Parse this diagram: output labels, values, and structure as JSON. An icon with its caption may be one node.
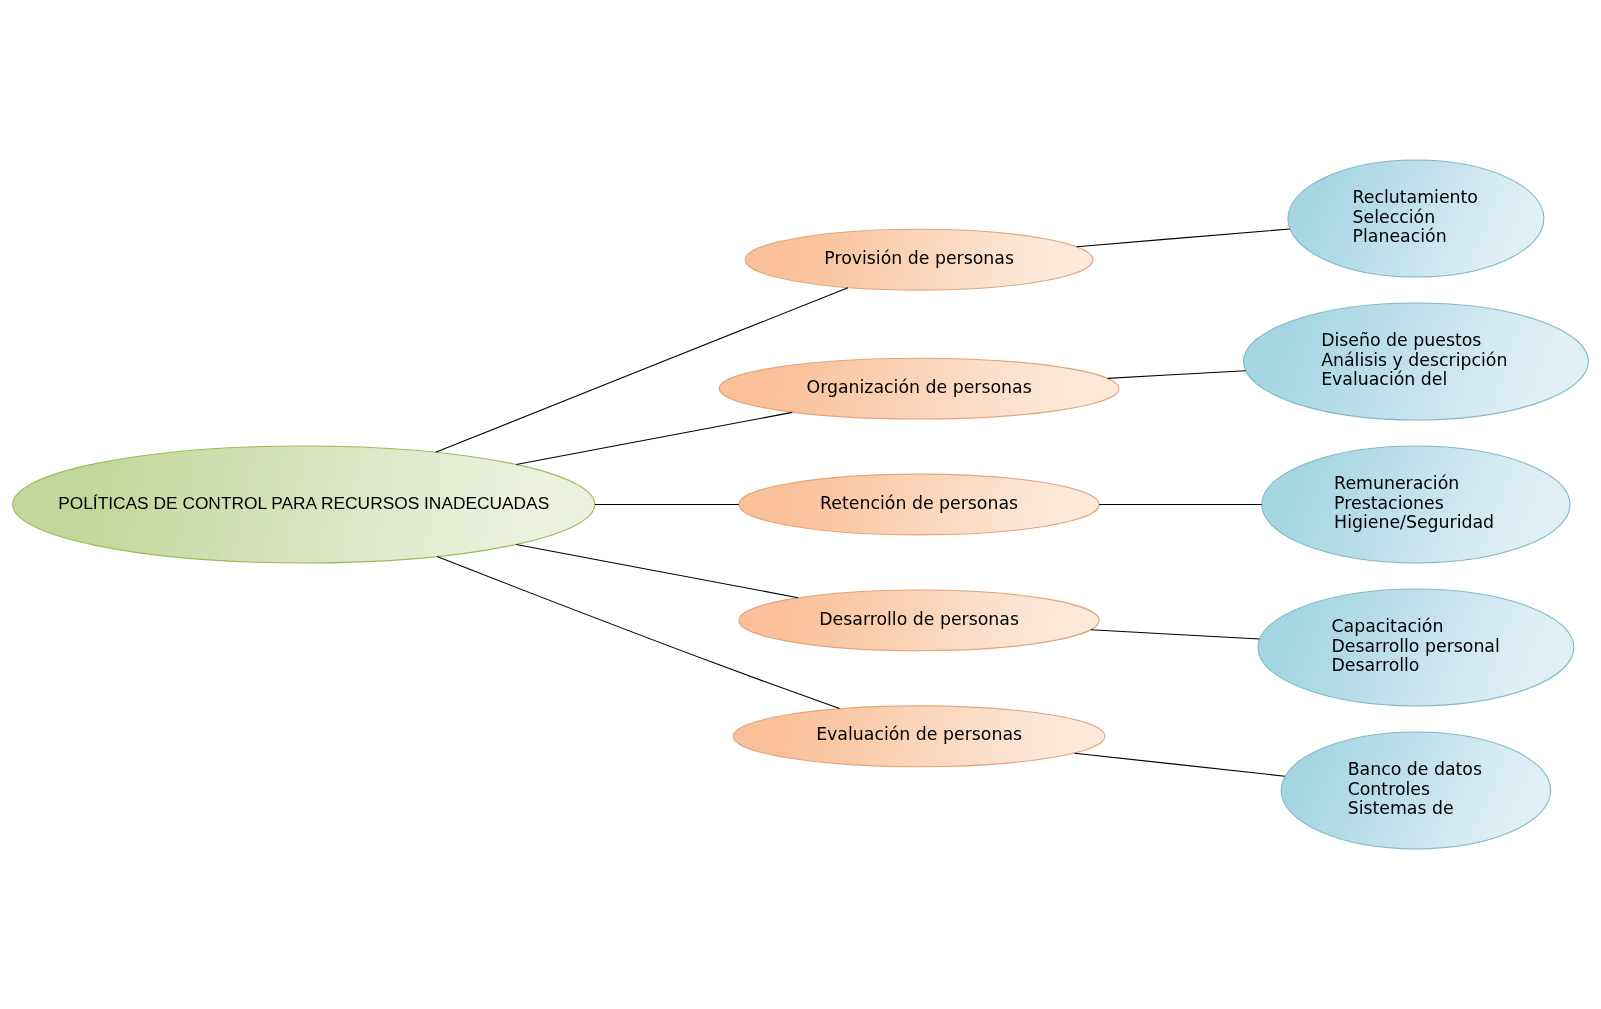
{
  "diagram": {
    "nodes": [
      {
        "text": [
          "POLÍTICAS DE CONTROL PARA RECURSOS INADECUADAS"
        ]
      },
      {
        "text": [
          "Provisión de personas"
        ]
      },
      {
        "text": [
          "Organización de personas"
        ]
      },
      {
        "text": [
          "Retención de personas"
        ]
      },
      {
        "text": [
          "Desarrollo de personas"
        ]
      },
      {
        "text": [
          "Evaluación de personas"
        ]
      },
      {
        "text": [
          "Reclutamiento",
          "Selección",
          "Planeación"
        ]
      },
      {
        "text": [
          "Diseño de puestos",
          "Análisis y descripción",
          "Evaluación del"
        ]
      },
      {
        "text": [
          "Remuneración",
          "Prestaciones",
          "Higiene/Seguridad"
        ]
      },
      {
        "text": [
          "Capacitación",
          "Desarrollo personal",
          "Desarrollo"
        ]
      },
      {
        "text": [
          "Banco de datos",
          "Controles",
          "Sistemas de"
        ]
      }
    ],
    "edges": [
      {
        "from": 0,
        "to": 1,
        "arrow": "none"
      },
      {
        "from": 0,
        "to": 2,
        "arrow": "none"
      },
      {
        "from": 0,
        "to": 3,
        "arrow": "none"
      },
      {
        "from": 0,
        "to": 4,
        "arrow": "none"
      },
      {
        "from": 0,
        "to": 5,
        "arrow": "none"
      },
      {
        "from": 1,
        "to": 6,
        "arrow": "none"
      },
      {
        "from": 2,
        "to": 7,
        "arrow": "none"
      },
      {
        "from": 3,
        "to": 8,
        "arrow": "none"
      },
      {
        "from": 4,
        "to": 9,
        "arrow": "none"
      },
      {
        "from": 5,
        "to": 10,
        "arrow": "none"
      }
    ]
  }
}
